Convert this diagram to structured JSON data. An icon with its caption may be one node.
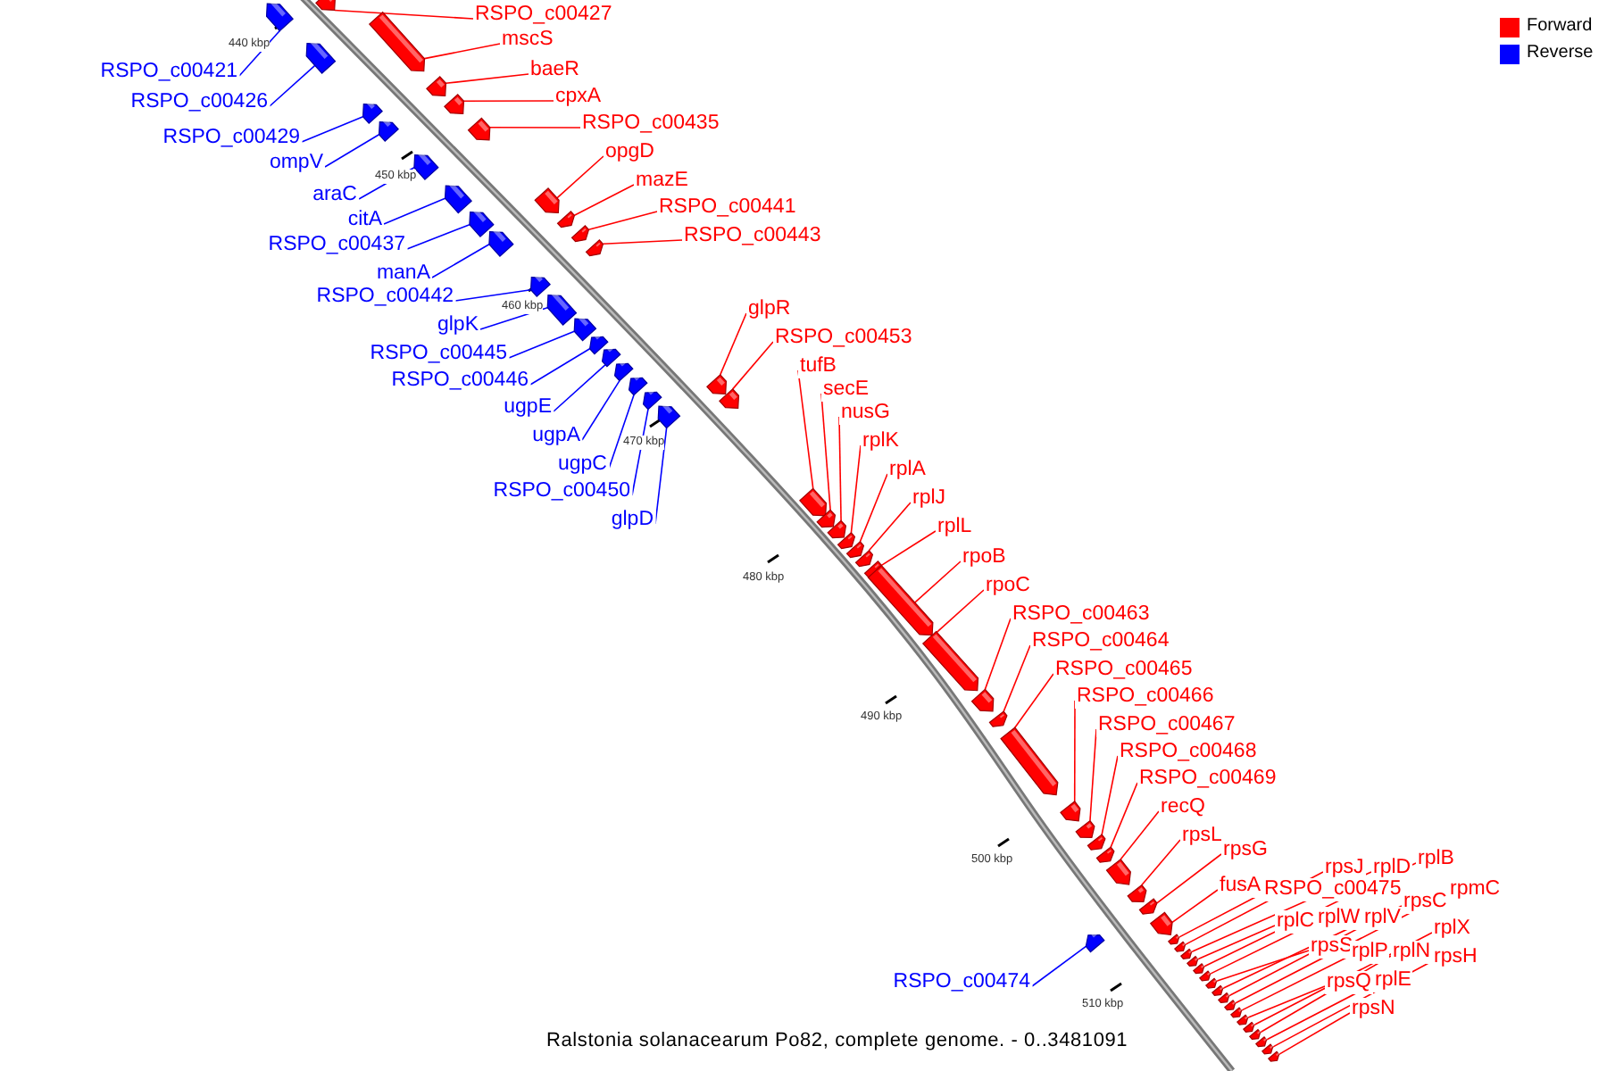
{
  "diagram": {
    "caption": "Ralstonia solanacearum Po82, complete genome. - 0..3481091",
    "nodes": [
      {
        "text": [
          "RSPO_c00427"
        ]
      },
      {
        "text": [
          "mscS"
        ]
      },
      {
        "text": [
          "baeR"
        ]
      },
      {
        "text": [
          "cpxA"
        ]
      },
      {
        "text": [
          "RSPO_c00435"
        ]
      },
      {
        "text": [
          "opgD"
        ]
      },
      {
        "text": [
          "mazE"
        ]
      },
      {
        "text": [
          "RSPO_c00441"
        ]
      },
      {
        "text": [
          "RSPO_c00443"
        ]
      },
      {
        "text": [
          "RSPO_c00421"
        ]
      },
      {
        "text": [
          "RSPO_c00426"
        ]
      },
      {
        "text": [
          "RSPO_c00429"
        ]
      },
      {
        "text": [
          "ompV"
        ]
      },
      {
        "text": [
          "araC"
        ]
      },
      {
        "text": [
          "citA"
        ]
      },
      {
        "text": [
          "RSPO_c00437"
        ]
      },
      {
        "text": [
          "manA"
        ]
      },
      {
        "text": [
          "RSPO_c00442"
        ]
      },
      {
        "text": [
          "glpK"
        ]
      },
      {
        "text": [
          "RSPO_c00445"
        ]
      },
      {
        "text": [
          "RSPO_c00446"
        ]
      },
      {
        "text": [
          "ugpE"
        ]
      },
      {
        "text": [
          "ugpA"
        ]
      },
      {
        "text": [
          "ugpC"
        ]
      },
      {
        "text": [
          "RSPO_c00450"
        ]
      },
      {
        "text": [
          "glpD"
        ]
      },
      {
        "text": [
          "glpR"
        ]
      },
      {
        "text": [
          "RSPO_c00453"
        ]
      },
      {
        "text": [
          "tufB"
        ]
      },
      {
        "text": [
          "secE"
        ]
      },
      {
        "text": [
          "nusG"
        ]
      },
      {
        "text": [
          "rplK"
        ]
      },
      {
        "text": [
          "rplA"
        ]
      },
      {
        "text": [
          "rplJ"
        ]
      },
      {
        "text": [
          "rplL"
        ]
      },
      {
        "text": [
          "rpoB"
        ]
      },
      {
        "text": [
          "rpoC"
        ]
      },
      {
        "text": [
          "RSPO_c00463"
        ]
      },
      {
        "text": [
          "RSPO_c00464"
        ]
      },
      {
        "text": [
          "RSPO_c00465"
        ]
      },
      {
        "text": [
          "RSPO_c00466"
        ]
      },
      {
        "text": [
          "RSPO_c00467"
        ]
      },
      {
        "text": [
          "RSPO_c00468"
        ]
      },
      {
        "text": [
          "RSPO_c00469"
        ]
      },
      {
        "text": [
          "recQ"
        ]
      },
      {
        "text": [
          "rpsL"
        ]
      },
      {
        "text": [
          "rpsG"
        ]
      },
      {
        "text": [
          "fusA"
        ]
      },
      {
        "text": [
          "rplB"
        ]
      },
      {
        "text": [
          "rpsJ"
        ]
      },
      {
        "text": [
          "rplD"
        ]
      },
      {
        "text": [
          "RSPO_c00475"
        ]
      },
      {
        "text": [
          "rpmC"
        ]
      },
      {
        "text": [
          "rplC"
        ]
      },
      {
        "text": [
          "rplW"
        ]
      },
      {
        "text": [
          "rplV"
        ]
      },
      {
        "text": [
          "rpsC"
        ]
      },
      {
        "text": [
          "rplX"
        ]
      },
      {
        "text": [
          "rpsS"
        ]
      },
      {
        "text": [
          "rplP"
        ]
      },
      {
        "text": [
          "rplN"
        ]
      },
      {
        "text": [
          "rpsH"
        ]
      },
      {
        "text": [
          "rpsQ"
        ]
      },
      {
        "text": [
          "rplE"
        ]
      },
      {
        "text": [
          "rpsN"
        ]
      },
      {
        "text": [
          "RSPO_c00474"
        ]
      },
      {
        "text": [],
        "shape": "arrow"
      },
      {
        "text": [],
        "shape": "arrow"
      },
      {
        "text": [],
        "shape": "arrow"
      },
      {
        "text": [],
        "shape": "arrow"
      },
      {
        "text": [],
        "shape": "arrow"
      },
      {
        "text": [],
        "shape": "arrow"
      },
      {
        "text": [],
        "shape": "arrow"
      },
      {
        "text": [],
        "shape": "arrow"
      },
      {
        "text": [],
        "shape": "arrow"
      },
      {
        "text": [],
        "shape": "arrow"
      },
      {
        "text": [],
        "shape": "arrow"
      },
      {
        "text": [],
        "shape": "arrow"
      },
      {
        "text": [],
        "shape": "arrow"
      },
      {
        "text": [],
        "shape": "arrow"
      },
      {
        "text": [],
        "shape": "arrow"
      },
      {
        "text": [],
        "shape": "arrow"
      },
      {
        "text": [],
        "shape": "arrow"
      },
      {
        "text": [],
        "shape": "arrow"
      },
      {
        "text": [],
        "shape": "arrow"
      },
      {
        "text": [],
        "shape": "arrow"
      },
      {
        "text": [],
        "shape": "arrow"
      },
      {
        "text": [],
        "shape": "arrow"
      },
      {
        "text": [],
        "shape": "arrow"
      },
      {
        "text": [],
        "shape": "arrow"
      },
      {
        "text": [],
        "shape": "arrow"
      },
      {
        "text": [],
        "shape": "arrow"
      },
      {
        "text": [],
        "shape": "arrow"
      },
      {
        "text": [],
        "shape": "arrow"
      },
      {
        "text": [],
        "shape": "arrow"
      },
      {
        "text": [],
        "shape": "arrow"
      },
      {
        "text": [],
        "shape": "arrow"
      },
      {
        "text": [],
        "shape": "arrow"
      },
      {
        "text": [],
        "shape": "arrow"
      },
      {
        "text": [],
        "shape": "arrow"
      },
      {
        "text": [],
        "shape": "arrow"
      },
      {
        "text": [],
        "shape": "arrow"
      },
      {
        "text": [],
        "shape": "arrow"
      },
      {
        "text": [],
        "shape": "arrow"
      },
      {
        "text": [],
        "shape": "arrow"
      },
      {
        "text": [],
        "shape": "arrow"
      },
      {
        "text": [],
        "shape": "arrow"
      },
      {
        "text": [],
        "shape": "arrow"
      },
      {
        "text": [],
        "shape": "arrow"
      },
      {
        "text": [],
        "shape": "arrow"
      },
      {
        "text": [],
        "shape": "arrow"
      },
      {
        "text": [],
        "shape": "arrow"
      },
      {
        "text": [],
        "shape": "arrow"
      },
      {
        "text": [],
        "shape": "arrow"
      },
      {
        "text": [],
        "shape": "arrow"
      },
      {
        "text": [],
        "shape": "arrow"
      },
      {
        "text": [],
        "shape": "arrow"
      },
      {
        "text": [],
        "shape": "arrow"
      },
      {
        "text": [],
        "shape": "arrow"
      },
      {
        "text": [],
        "shape": "arrow"
      },
      {
        "text": [],
        "shape": "arrow"
      },
      {
        "text": [],
        "shape": "arrow"
      },
      {
        "text": [],
        "shape": "arrow"
      },
      {
        "text": [],
        "shape": "arrow"
      },
      {
        "text": [],
        "shape": "arrow"
      },
      {
        "text": [],
        "shape": "arrow"
      },
      {
        "text": [],
        "shape": "arrow"
      },
      {
        "text": [],
        "shape": "arrow"
      },
      {
        "text": [],
        "shape": "arrow"
      },
      {
        "text": [],
        "shape": "arrow"
      },
      {
        "text": [],
        "shape": "arrow"
      },
      {
        "text": [],
        "shape": "arrow"
      }
    ],
    "edges": [
      {
        "from": 0,
        "to": 66,
        "arrow": "none"
      },
      {
        "from": 1,
        "to": 67,
        "arrow": "none"
      },
      {
        "from": 2,
        "to": 68,
        "arrow": "none"
      },
      {
        "from": 3,
        "to": 69,
        "arrow": "none"
      },
      {
        "from": 4,
        "to": 70,
        "arrow": "none"
      },
      {
        "from": 5,
        "to": 71,
        "arrow": "none"
      },
      {
        "from": 6,
        "to": 72,
        "arrow": "none"
      },
      {
        "from": 7,
        "to": 73,
        "arrow": "none"
      },
      {
        "from": 8,
        "to": 74,
        "arrow": "none"
      },
      {
        "from": 9,
        "to": 75,
        "arrow": "none",
        "color": "#0000ff"
      },
      {
        "from": 10,
        "to": 76,
        "arrow": "none",
        "color": "#0000ff"
      },
      {
        "from": 11,
        "to": 77,
        "arrow": "none",
        "color": "#0000ff"
      },
      {
        "from": 12,
        "to": 78,
        "arrow": "none",
        "color": "#0000ff"
      },
      {
        "from": 13,
        "to": 79,
        "arrow": "none",
        "color": "#0000ff"
      },
      {
        "from": 14,
        "to": 80,
        "arrow": "none",
        "color": "#0000ff"
      },
      {
        "from": 15,
        "to": 81,
        "arrow": "none",
        "color": "#0000ff"
      },
      {
        "from": 16,
        "to": 82,
        "arrow": "none",
        "color": "#0000ff"
      },
      {
        "from": 17,
        "to": 83,
        "arrow": "none",
        "color": "#0000ff"
      },
      {
        "from": 18,
        "to": 84,
        "arrow": "none",
        "color": "#0000ff"
      },
      {
        "from": 19,
        "to": 85,
        "arrow": "none",
        "color": "#0000ff"
      },
      {
        "from": 20,
        "to": 86,
        "arrow": "none",
        "color": "#0000ff"
      },
      {
        "from": 21,
        "to": 87,
        "arrow": "none",
        "color": "#0000ff"
      },
      {
        "from": 22,
        "to": 88,
        "arrow": "none",
        "color": "#0000ff"
      },
      {
        "from": 23,
        "to": 89,
        "arrow": "none",
        "color": "#0000ff"
      },
      {
        "from": 24,
        "to": 90,
        "arrow": "none",
        "color": "#0000ff"
      },
      {
        "from": 25,
        "to": 91,
        "arrow": "none",
        "color": "#0000ff"
      },
      {
        "from": 26,
        "to": 92,
        "arrow": "none"
      },
      {
        "from": 27,
        "to": 93,
        "arrow": "none"
      },
      {
        "from": 28,
        "to": 94,
        "arrow": "none"
      },
      {
        "from": 29,
        "to": 95,
        "arrow": "none"
      },
      {
        "from": 30,
        "to": 96,
        "arrow": "none"
      },
      {
        "from": 31,
        "to": 97,
        "arrow": "none"
      },
      {
        "from": 32,
        "to": 98,
        "arrow": "none"
      },
      {
        "from": 33,
        "to": 99,
        "arrow": "none"
      },
      {
        "from": 34,
        "to": 100,
        "arrow": "none"
      },
      {
        "from": 35,
        "to": 101,
        "arrow": "none"
      },
      {
        "from": 36,
        "to": 102,
        "arrow": "none"
      },
      {
        "from": 37,
        "to": 103,
        "arrow": "none"
      },
      {
        "from": 38,
        "to": 104,
        "arrow": "none"
      },
      {
        "from": 39,
        "to": 105,
        "arrow": "none"
      },
      {
        "from": 40,
        "to": 106,
        "arrow": "none"
      },
      {
        "from": 41,
        "to": 107,
        "arrow": "none"
      },
      {
        "from": 42,
        "to": 108,
        "arrow": "none"
      },
      {
        "from": 43,
        "to": 109,
        "arrow": "none"
      },
      {
        "from": 44,
        "to": 110,
        "arrow": "none"
      },
      {
        "from": 45,
        "to": 111,
        "arrow": "none"
      },
      {
        "from": 46,
        "to": 112,
        "arrow": "none"
      },
      {
        "from": 47,
        "to": 113,
        "arrow": "none"
      },
      {
        "from": 48,
        "to": 114,
        "arrow": "none"
      },
      {
        "from": 49,
        "to": 115,
        "arrow": "none"
      },
      {
        "from": 50,
        "to": 116,
        "arrow": "none"
      },
      {
        "from": 51,
        "to": 117,
        "arrow": "none"
      },
      {
        "from": 52,
        "to": 118,
        "arrow": "none"
      },
      {
        "from": 53,
        "to": 119,
        "arrow": "none"
      },
      {
        "from": 54,
        "to": 120,
        "arrow": "none"
      },
      {
        "from": 55,
        "to": 121,
        "arrow": "none"
      },
      {
        "from": 56,
        "to": 122,
        "arrow": "none"
      },
      {
        "from": 57,
        "to": 123,
        "arrow": "none"
      },
      {
        "from": 58,
        "to": 124,
        "arrow": "none"
      },
      {
        "from": 59,
        "to": 125,
        "arrow": "none"
      },
      {
        "from": 60,
        "to": 126,
        "arrow": "none"
      },
      {
        "from": 61,
        "to": 127,
        "arrow": "none"
      },
      {
        "from": 62,
        "to": 128,
        "arrow": "none"
      },
      {
        "from": 63,
        "to": 129,
        "arrow": "none"
      },
      {
        "from": 64,
        "to": 130,
        "arrow": "none"
      },
      {
        "from": 65,
        "to": 131,
        "arrow": "none",
        "color": "#0000ff"
      }
    ],
    "labels": [
      "440 kbp",
      "450 kbp",
      "460 kbp",
      "470 kbp",
      "480 kbp",
      "490 kbp",
      "500 kbp",
      "510 kbp"
    ],
    "legend": [
      {
        "text": "Forward",
        "color": "#ff0000"
      },
      {
        "text": "Reverse",
        "color": "#0000ff"
      }
    ]
  }
}
